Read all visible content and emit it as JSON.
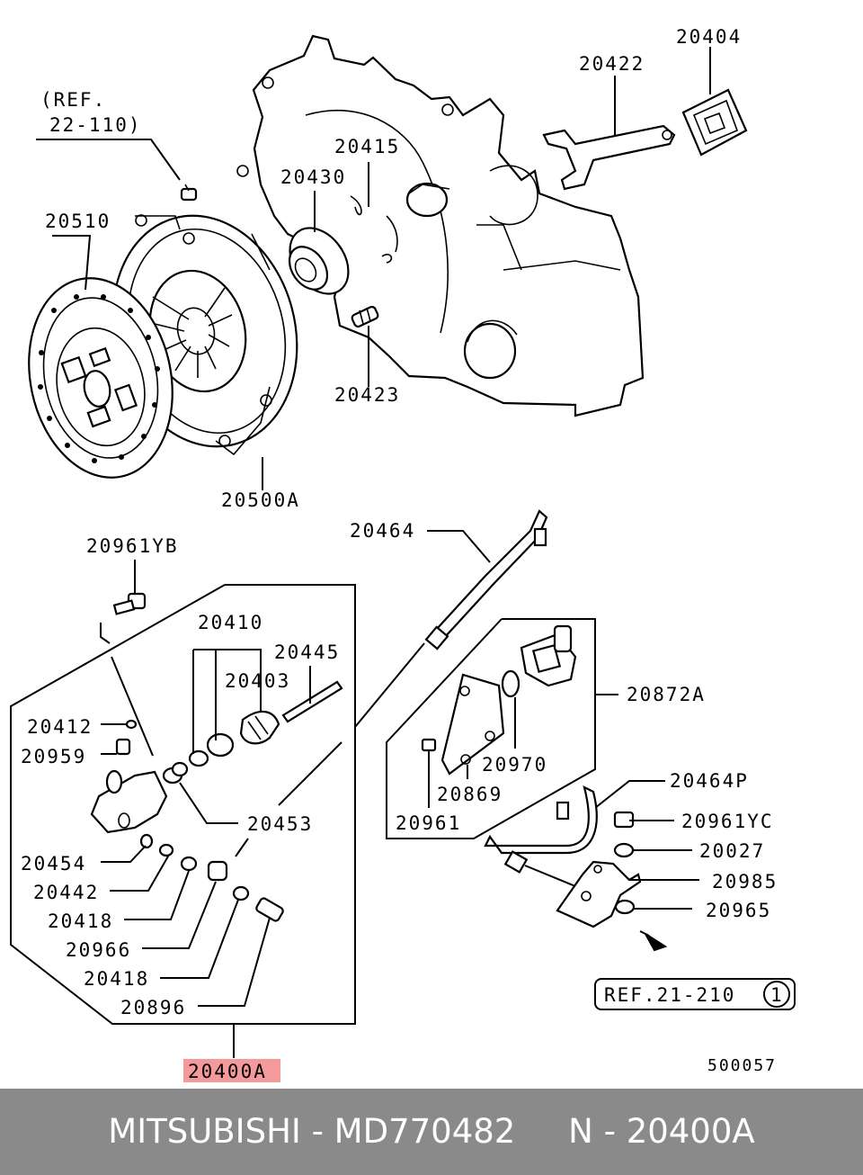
{
  "labels": {
    "ref_22_110_a": "(REF.",
    "ref_22_110_b": "22-110)",
    "p20404": "20404",
    "p20422": "20422",
    "p20415": "20415",
    "p20430": "20430",
    "p20510": "20510",
    "p20423": "20423",
    "p20500A": "20500A",
    "p20464": "20464",
    "p20961YB": "20961YB",
    "p20410": "20410",
    "p20445": "20445",
    "p20403": "20403",
    "p20412": "20412",
    "p20959": "20959",
    "p20453": "20453",
    "p20454": "20454",
    "p20442": "20442",
    "p20418a": "20418",
    "p20966": "20966",
    "p20418b": "20418",
    "p20896": "20896",
    "p20400A": "20400A",
    "p20872A": "20872A",
    "p20970": "20970",
    "p20869": "20869",
    "p20961": "20961",
    "p20464P": "20464P",
    "p20961YC": "20961YC",
    "p20027": "20027",
    "p20985": "20985",
    "p20965": "20965",
    "ref_21_210": "REF.21-210",
    "ref_circle": "1",
    "drawing_no": "500057"
  },
  "colors": {
    "highlight": "#f59a9a",
    "footer_bg": "#8a8a8a",
    "footer_text": "#ffffff"
  },
  "footer": {
    "text": "MITSUBISHI - MD770482     N - 20400A"
  }
}
